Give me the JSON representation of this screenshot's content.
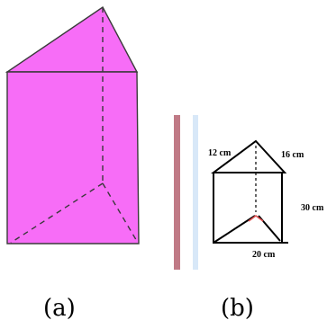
{
  "colors": {
    "prism_fill": "#f76df7",
    "edge": "#3a3a3a",
    "divider_bar": "#c07a86",
    "divider_light": "#d8e8f8",
    "accent_red": "#e05050"
  },
  "figure_b": {
    "labels": {
      "left_edge": "12 cm",
      "right_edge": "16 cm",
      "height": "30 cm",
      "base": "20 cm"
    }
  },
  "captions": {
    "a": "(a)",
    "b": "(b)"
  }
}
